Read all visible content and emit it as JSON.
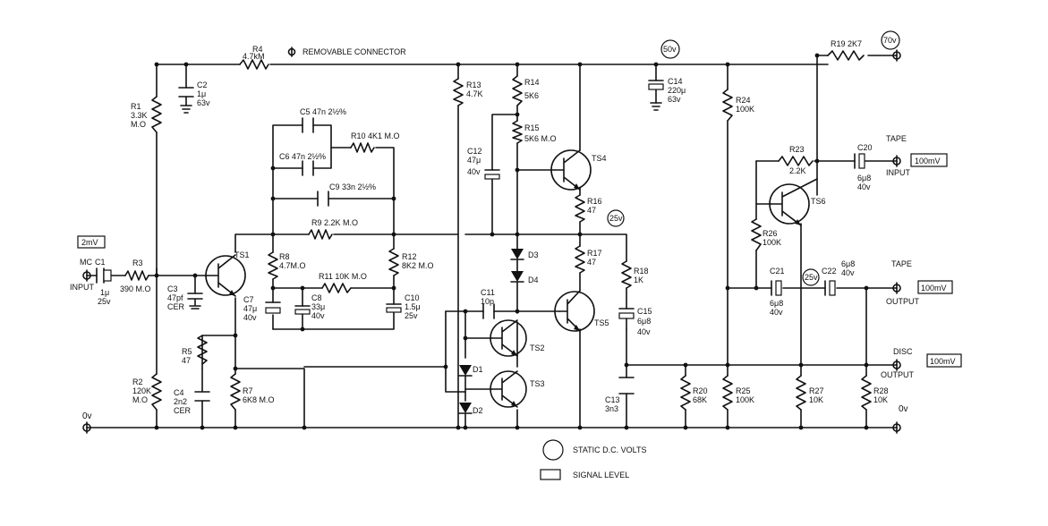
{
  "labels": {
    "r4": "R4",
    "r4_val": "4.7kM",
    "removable": "REMOVABLE CONNECTOR",
    "r1": "R1",
    "r1_val": "3.3K",
    "r1_suf": "M.O",
    "c2": "C2",
    "c2_val": "1μ",
    "c2_v": "63v",
    "c5": "C5 47n 2½%",
    "c6": "C6 47n 2½%",
    "r10": "R10 4K1 M.O",
    "c9": "C9 33n 2½%",
    "r9": "R9 2.2K M.O",
    "r8": "R8",
    "r8_val": "4.7M.O",
    "r12": "R12",
    "r12_val": "8K2 M.O",
    "r11": "R11 10K M.O",
    "c7": "C7",
    "c7_val": "47μ",
    "c7_v": "40v",
    "c8": "C8",
    "c8_val": "33μ",
    "c8_v": "40v",
    "c10": "C10",
    "c10_val": "1.5μ",
    "c10_v": "25v",
    "ts1": "TS1",
    "mc_input": "MC",
    "c1": "C1",
    "input": "INPUT",
    "c1_val": "1μ",
    "c1_v": "25v",
    "r3": "R3",
    "r3_val": "390 M.O",
    "c3": "C3",
    "c3_val": "47pf",
    "c3_suf": "CER",
    "r5": "R5",
    "r5_val": "47",
    "c4": "C4",
    "c4_val": "2n2",
    "c4_suf": "CER",
    "r7": "R7",
    "r7_val": "6K8 M.O",
    "r2": "R2",
    "r2_val": "120K",
    "r2_suf": "M.O",
    "ov_left": "0v",
    "r13": "R13",
    "r13_val": "4.7K",
    "r14": "R14",
    "r14_val": "5K6",
    "r15a": "R15",
    "r15a_val": "5K6 M.O",
    "c12": "C12",
    "c12_val": "47μ",
    "c12_v": "40v",
    "ts4": "TS4",
    "r16": "R16",
    "r16_val": "47",
    "d3": "D3",
    "d4": "D4",
    "r17": "R17",
    "r17_val": "47",
    "r18": "R18",
    "r18_val": "1K",
    "c11": "C11",
    "c11_val": "10p",
    "ts2": "TS2",
    "ts3": "TS3",
    "ts5": "TS5",
    "d1": "D1",
    "d2": "D2",
    "c15": "C15",
    "c15_val": "6μ8",
    "c15_v": "40v",
    "c13": "C13",
    "c13_val": "3n3",
    "c14": "C14",
    "c14_val": "220μ",
    "c14_v": "63v",
    "r20": "R20",
    "r20_val": "68K",
    "r24": "R24",
    "r24_val": "100K",
    "r25": "R25",
    "r25_val": "100K",
    "r19": "R19 2K7",
    "r23": "R23",
    "r23_val": "2.2K",
    "ts6": "TS6",
    "r26": "R26",
    "r26_val": "100K",
    "c21": "C21",
    "c21_val": "6μ8",
    "c21_v": "40v",
    "c22": "C22",
    "c22_val": "6μ8",
    "c22_v": "40v",
    "c20": "C20",
    "c20_val": "6μ8",
    "c20_v": "40v",
    "r27": "R27",
    "r27_val": "10K",
    "r28": "R28",
    "r28_val": "10K",
    "tape_in1": "TAPE",
    "tape_in2": "INPUT",
    "tape_out1": "TAPE",
    "tape_out2": "OUTPUT",
    "disc_out1": "DISC",
    "disc_out2": "OUTPUT",
    "ov_right": "0v"
  },
  "voltages": {
    "v50": "50v",
    "v70": "70v",
    "v25a": "25v",
    "v25b": "25v"
  },
  "signal_levels": {
    "input": "2mV",
    "tape_in": "100mV",
    "tape_out": "100mV",
    "disc_out": "100mV"
  },
  "legend": {
    "static": "STATIC  D.C.  VOLTS",
    "signal": "SIGNAL  LEVEL"
  }
}
